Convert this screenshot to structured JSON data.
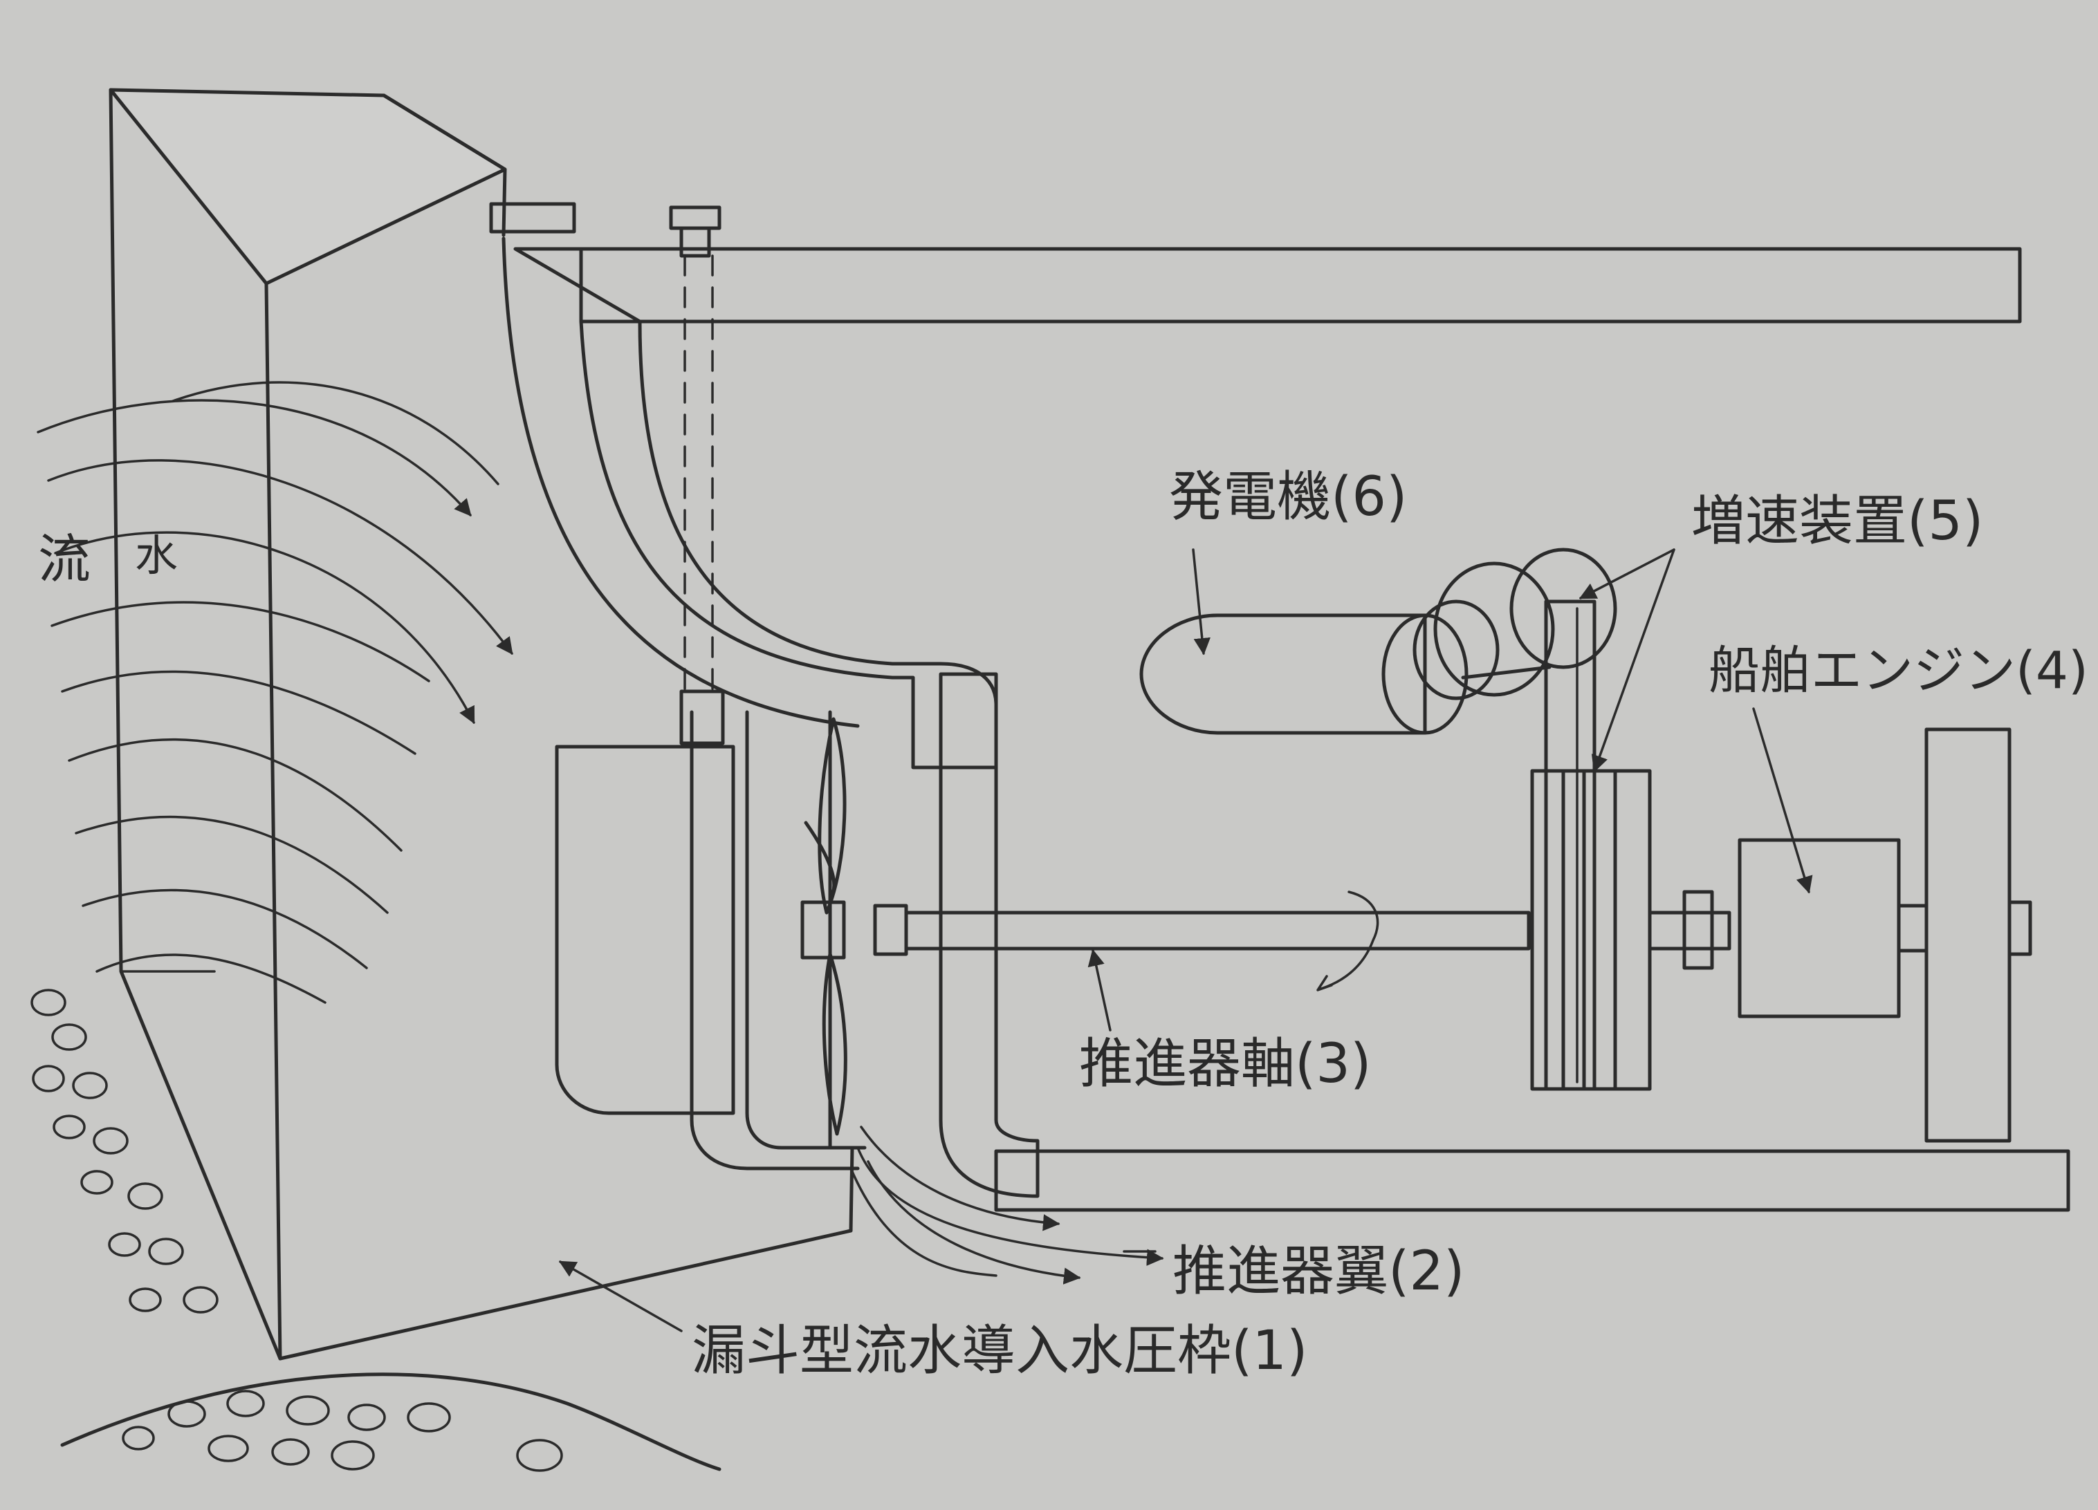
{
  "labels": {
    "water_flow_char1": "流",
    "water_flow_char2": "水",
    "generator": "発電機(6)",
    "speed_increaser": "増速装置(5)",
    "ship_engine": "船舶エンジン(4)",
    "propeller_shaft": "推進器軸(3)",
    "propeller_blade": "推進器翼(2)",
    "funnel_frame": "漏斗型流水導入水圧枠(1)"
  },
  "colors": {
    "paper": "#c9c9c7",
    "ink": "#2b2b2b"
  }
}
